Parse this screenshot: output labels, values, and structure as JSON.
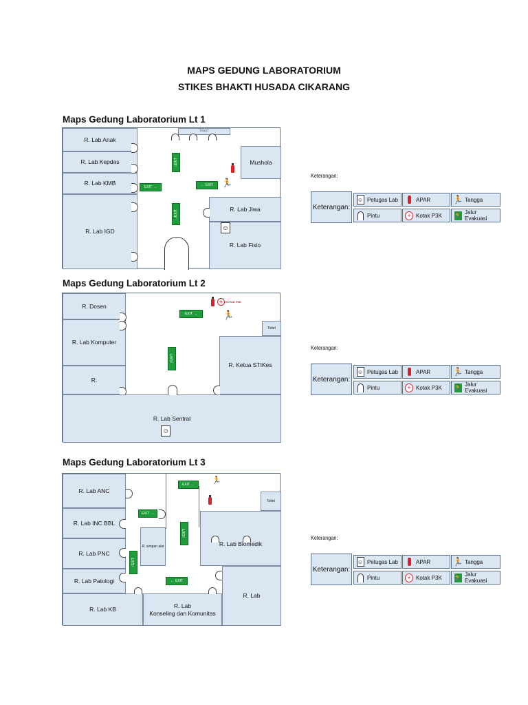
{
  "doc": {
    "title_line1": "MAPS GEDUNG LABORATORIUM",
    "title_line2": "STIKES BHAKTI HUSADA CIKARANG"
  },
  "floors": [
    {
      "title": "Maps Gedung Laboratorium Lt 1",
      "rooms": {
        "anak": "R. Lab Anak",
        "kepdas": "R. Lab Kepdas",
        "kmb": "R. Lab KMB",
        "igd": "R. Lab IGD",
        "toilet": "TOILET",
        "mushola": "Mushola",
        "jiwa": "R. Lab Jiwa",
        "fisio": "R. Lab Fisio"
      },
      "exit_text": "EXIT"
    },
    {
      "title": "Maps Gedung Laboratorium Lt 2",
      "rooms": {
        "dosen": "R. Dosen",
        "komputer": "R. Lab Komputer",
        "r": "R.",
        "toilet": "Toilet",
        "ketua": "R. Ketua STIKes",
        "sentral": "R. Lab Sentral"
      },
      "exit_text": "EXIT"
    },
    {
      "title": "Maps Gedung Laboratorium Lt 3",
      "rooms": {
        "anc": "R. Lab ANC",
        "incbbl": "R. Lab INC BBL",
        "pnc": "R. Lab PNC",
        "patologi": "R. Lab Patologi",
        "kb": "R. Lab KB",
        "simpan": "R. simpan alat",
        "toilet": "Toilet",
        "biomedik": "R. Lab Biomedik",
        "rlab": "R. Lab",
        "konseling_1": "R. Lab",
        "konseling_2": "Konseling dan Komunitas"
      },
      "exit_text": "EXIT"
    }
  ],
  "legend": {
    "small_label": "Keterangan:",
    "head": "Keterangan:",
    "items": {
      "petugas": "Petugas Lab",
      "apar": "APAR",
      "tangga": "Tangga",
      "pintu": "Pintu",
      "p3k": "Kotak P3K",
      "evakuasi": "Jalur Evakuasi"
    },
    "p3k_sign": "KOTAK P3K"
  },
  "icons": {
    "person": "person-icon",
    "door": "door-icon",
    "fire_extinguisher": "fire-extinguisher-icon",
    "first_aid": "first-aid-icon",
    "stairs": "stairs-icon",
    "evacuation": "evacuation-route-icon"
  },
  "colors": {
    "room_fill": "#dbe6f3",
    "exit_green": "#1f9d3a",
    "apar_red": "#d6222a"
  }
}
